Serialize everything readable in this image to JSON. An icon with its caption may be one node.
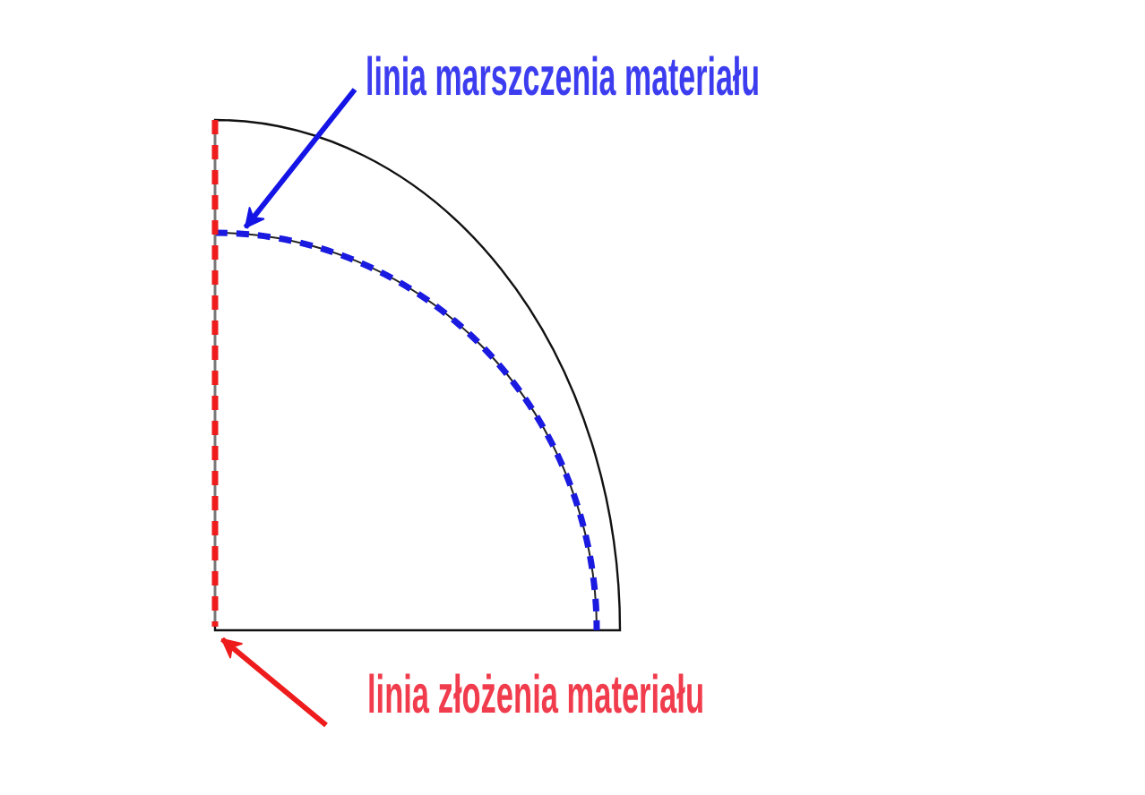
{
  "diagram": {
    "nodes": [
      {
        "text": [
          "linia marszczenia materiału"
        ]
      },
      {
        "text": [],
        "shape": "arc"
      },
      {
        "text": [],
        "shape": "line"
      },
      {
        "text": [
          "linia złożenia materiału"
        ]
      }
    ],
    "edges": [
      {
        "from": 0,
        "to": 1,
        "arrow": "to",
        "color": "#1414e6"
      },
      {
        "from": 3,
        "to": 2,
        "arrow": "to",
        "color": "#ee1c1c"
      }
    ]
  }
}
